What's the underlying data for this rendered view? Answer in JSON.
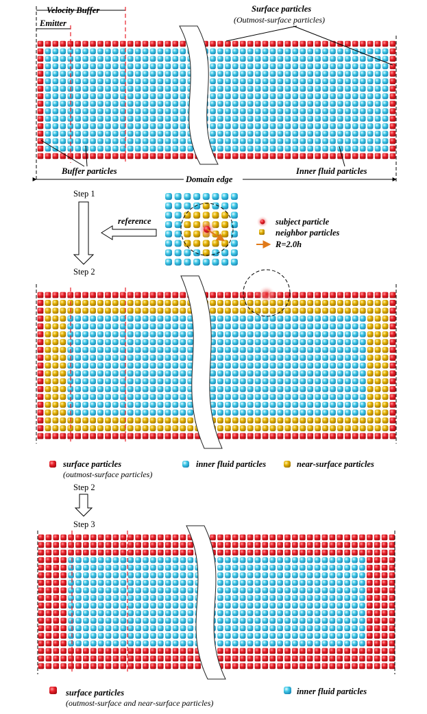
{
  "labels": {
    "velocity_buffer": "Velocity Buffer",
    "emitter": "Emitter",
    "surface_particles_title": "Surface particles",
    "surface_particles_sub": "(Outmost-surface particles)",
    "buffer_particles": "Buffer particles",
    "domain_edge": "Domain edge",
    "inner_fluid_particles": "Inner fluid particles"
  },
  "steps": {
    "step1": "Step 1",
    "step2": "Step 2",
    "step2_again": "Step 2",
    "step3": "Step 3"
  },
  "reference": {
    "arrow_label": "reference",
    "subject_particle": "subject particle",
    "neighbor_particles": "neighbor particles",
    "radius": "R=2.0h"
  },
  "legend_step2": {
    "surface": "surface particles",
    "surface_sub": "(outmost-surface particles)",
    "inner": "inner fluid particles",
    "near_surface": "near-surface particles"
  },
  "legend_step3": {
    "surface": "surface particles",
    "surface_sub": "(outmost-surface and near-surface particles)",
    "inner": "inner fluid particles"
  },
  "colors": {
    "surface": "#e8202a",
    "inner_fluid": "#3ec7e6",
    "near_surface": "#e3b000",
    "marker_line": "#e8202a",
    "radius_arrow": "#e07a1a"
  }
}
